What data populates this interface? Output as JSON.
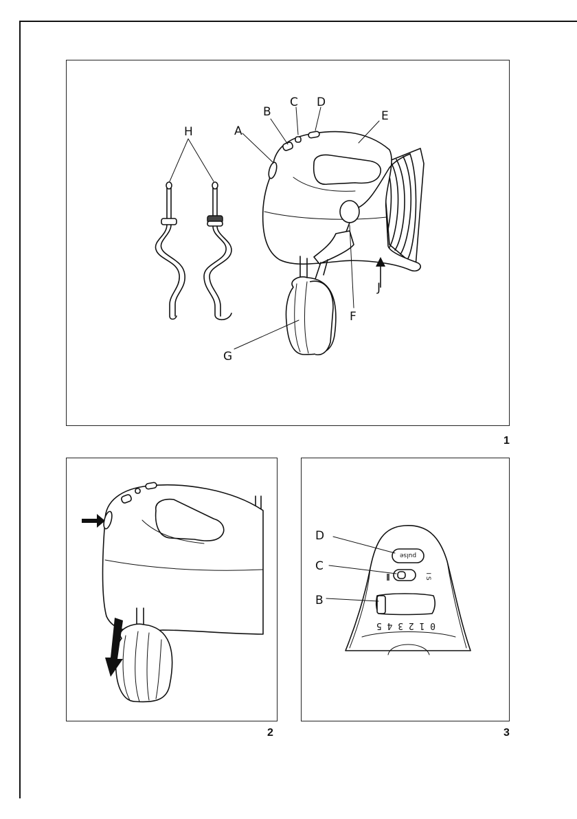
{
  "figure1": {
    "number": "1",
    "labels": {
      "a": "A",
      "b": "B",
      "c": "C",
      "d": "D",
      "e": "E",
      "f": "F",
      "g": "G",
      "h": "H",
      "j": "J"
    }
  },
  "figure2": {
    "number": "2"
  },
  "figure3": {
    "number": "3",
    "labels": {
      "d": "D",
      "c": "C",
      "b": "B"
    },
    "pulse_text": "pulse",
    "switch_mark": "I S",
    "speed_dial": "0 1 2 3 4 5"
  }
}
